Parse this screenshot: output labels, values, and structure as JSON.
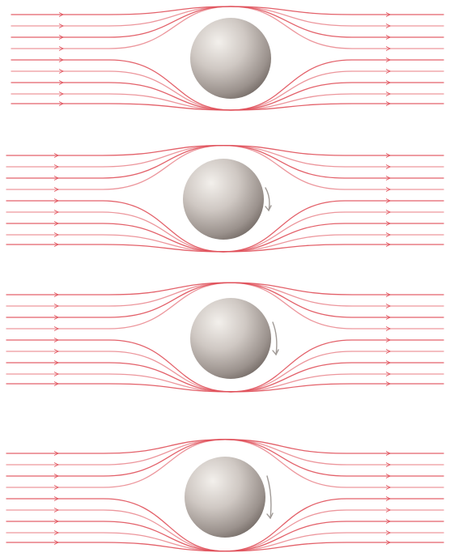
{
  "colors": {
    "streamline": "#e0505a",
    "sphere_light": "#eeeae6",
    "sphere_mid": "#c2bbb6",
    "sphere_dark": "#7d7470",
    "rotation_arrow": "#a09a96",
    "background": "#ffffff"
  },
  "panels": [
    {
      "name": "flow-panel-1",
      "rotation": 0
    },
    {
      "name": "flow-panel-2",
      "rotation": 1
    },
    {
      "name": "flow-panel-3",
      "rotation": 2
    },
    {
      "name": "flow-panel-4",
      "rotation": 3
    }
  ]
}
